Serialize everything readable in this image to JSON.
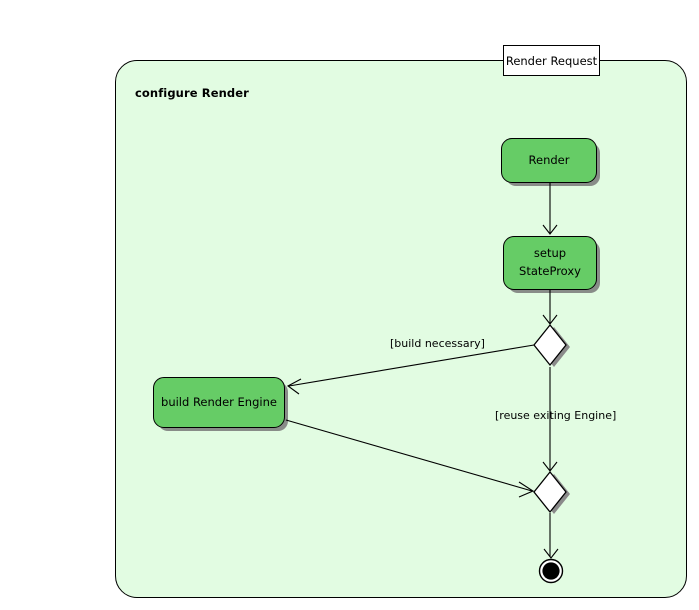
{
  "diagram": {
    "type": "uml-activity-diagram",
    "title": "configure Render",
    "entry_label": "Render Request",
    "background_color": "#ffffff",
    "partition_fill": "#e2fce2",
    "node_fill": "#66cc66",
    "node_stroke": "#000000",
    "shadow_color": "#787878",
    "decision_fill": "#ffffff"
  },
  "nodes": [
    {
      "id": "render",
      "label": "Render",
      "shape": "rounded-rect"
    },
    {
      "id": "setup",
      "label_line1": "setup",
      "label_line2": "StateProxy",
      "shape": "rounded-rect"
    },
    {
      "id": "build",
      "label": "build Render Engine",
      "shape": "rounded-rect"
    },
    {
      "id": "decision",
      "label": "",
      "shape": "diamond"
    },
    {
      "id": "merge",
      "label": "",
      "shape": "diamond"
    },
    {
      "id": "final",
      "label": "",
      "shape": "final-node"
    }
  ],
  "edges": [
    {
      "from": "render",
      "to": "setup",
      "guard": ""
    },
    {
      "from": "setup",
      "to": "decision",
      "guard": ""
    },
    {
      "from": "decision",
      "to": "build",
      "guard": "[build necessary]"
    },
    {
      "from": "decision",
      "to": "merge",
      "guard": "[reuse exiting Engine]"
    },
    {
      "from": "build",
      "to": "merge",
      "guard": ""
    },
    {
      "from": "merge",
      "to": "final",
      "guard": ""
    }
  ],
  "labels": {
    "guard_build": "[build necessary]",
    "guard_reuse": "[reuse exiting Engine]"
  }
}
